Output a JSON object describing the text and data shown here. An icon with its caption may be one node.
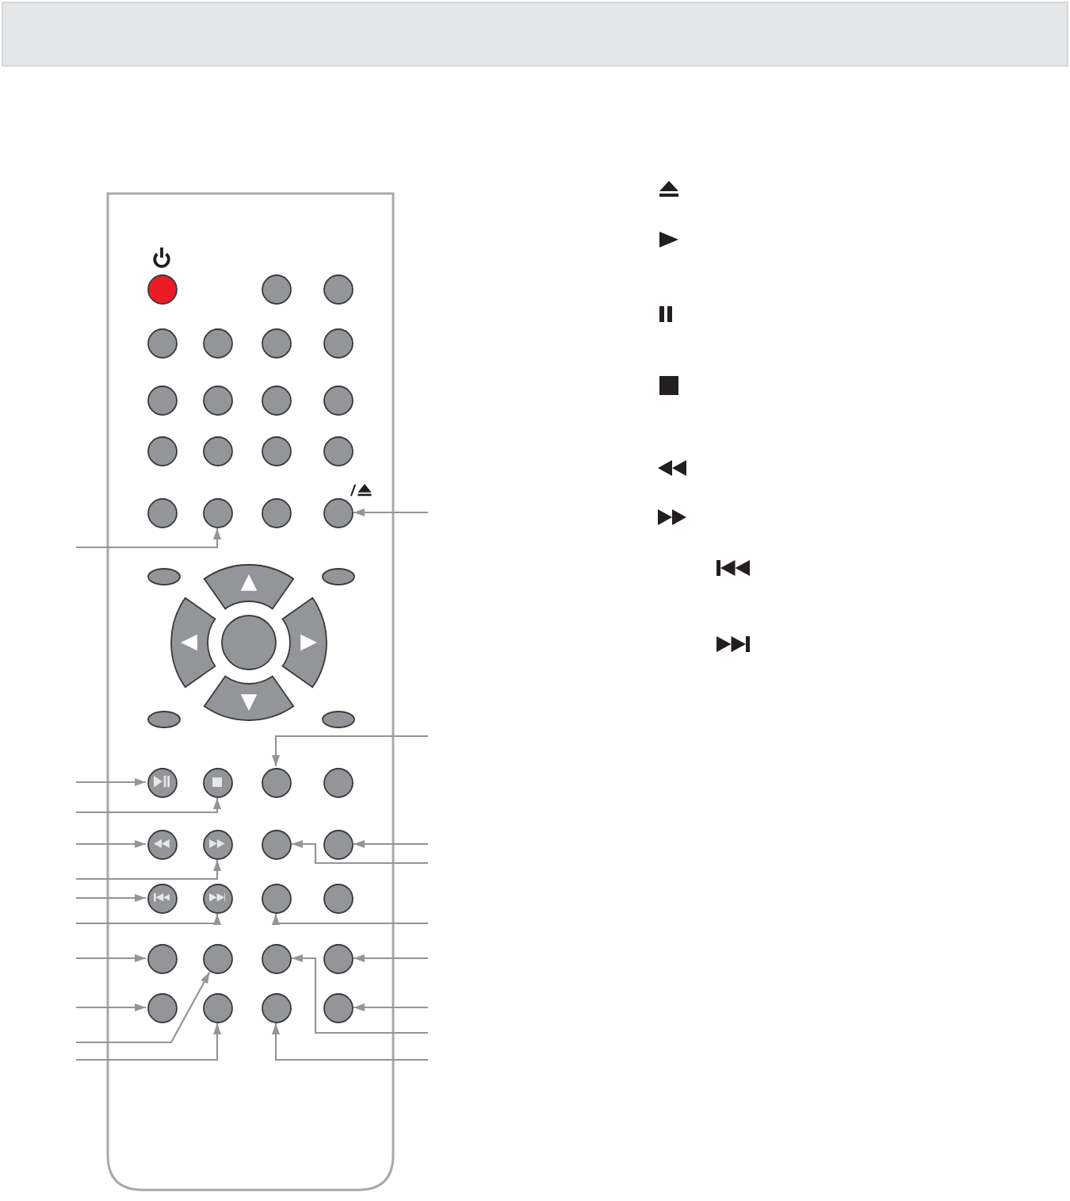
{
  "diagram": {
    "nodes": [
      {
        "text": [],
        "shape": "circle"
      },
      {
        "text": [],
        "shape": "circle"
      },
      {
        "text": [],
        "shape": "circle"
      },
      {
        "text": [],
        "shape": "circle"
      },
      {
        "text": [],
        "shape": "circle"
      },
      {
        "text": [],
        "shape": "circle"
      },
      {
        "text": [],
        "shape": "circle"
      },
      {
        "text": [],
        "shape": "circle"
      },
      {
        "text": [],
        "shape": "circle"
      },
      {
        "text": [],
        "shape": "circle"
      },
      {
        "text": [],
        "shape": "circle"
      },
      {
        "text": [],
        "shape": "circle"
      },
      {
        "text": [],
        "shape": "circle"
      },
      {
        "text": [],
        "shape": "circle"
      },
      {
        "text": [],
        "shape": "circle"
      },
      {
        "text": [],
        "shape": "circle"
      },
      {
        "text": [],
        "shape": "circle"
      },
      {
        "text": [],
        "shape": "circle"
      },
      {
        "text": [],
        "shape": "circle"
      },
      {
        "text": [],
        "shape": "oval"
      },
      {
        "text": [],
        "shape": "oval"
      },
      {
        "text": [],
        "shape": "oval"
      },
      {
        "text": [],
        "shape": "oval"
      },
      {
        "text": [],
        "shape": "circle"
      },
      {
        "text": [],
        "shape": "circle"
      },
      {
        "text": [],
        "shape": "circle"
      },
      {
        "text": [],
        "shape": "circle"
      },
      {
        "text": [],
        "shape": "circle"
      },
      {
        "text": [],
        "shape": "circle"
      },
      {
        "text": [],
        "shape": "circle"
      },
      {
        "text": [],
        "shape": "circle"
      },
      {
        "text": [],
        "shape": "circle"
      },
      {
        "text": [],
        "shape": "circle"
      },
      {
        "text": [],
        "shape": "circle"
      },
      {
        "text": [],
        "shape": "circle"
      },
      {
        "text": [],
        "shape": "circle"
      },
      {
        "text": [],
        "shape": "circle"
      },
      {
        "text": [],
        "shape": "circle"
      },
      {
        "text": [],
        "shape": "circle"
      },
      {
        "text": [],
        "shape": "circle"
      },
      {
        "text": [],
        "shape": "circle"
      },
      {
        "text": [],
        "shape": "circle"
      },
      {
        "text": [],
        "shape": "circle"
      }
    ],
    "edges": [
      {
        "from": null,
        "to": 16,
        "arrow": "to"
      },
      {
        "from": null,
        "to": 23,
        "arrow": "to"
      },
      {
        "from": null,
        "to": 24,
        "arrow": "to"
      },
      {
        "from": null,
        "to": 27,
        "arrow": "to"
      },
      {
        "from": null,
        "to": 28,
        "arrow": "to"
      },
      {
        "from": null,
        "to": 31,
        "arrow": "to"
      },
      {
        "from": null,
        "to": 32,
        "arrow": "to"
      },
      {
        "from": null,
        "to": 35,
        "arrow": "to"
      },
      {
        "from": null,
        "to": 39,
        "arrow": "to"
      },
      {
        "from": null,
        "to": 36,
        "arrow": "to"
      },
      {
        "from": null,
        "to": 40,
        "arrow": "to"
      },
      {
        "from": null,
        "to": 18,
        "arrow": "to"
      },
      {
        "from": null,
        "to": 25,
        "arrow": "to"
      },
      {
        "from": null,
        "to": 30,
        "arrow": "to"
      },
      {
        "from": null,
        "to": 29,
        "arrow": "to"
      },
      {
        "from": null,
        "to": 33,
        "arrow": "to"
      },
      {
        "from": null,
        "to": 38,
        "arrow": "to"
      },
      {
        "from": null,
        "to": 42,
        "arrow": "to"
      },
      {
        "from": null,
        "to": 37,
        "arrow": "to"
      },
      {
        "from": null,
        "to": 41,
        "arrow": "to"
      }
    ]
  }
}
